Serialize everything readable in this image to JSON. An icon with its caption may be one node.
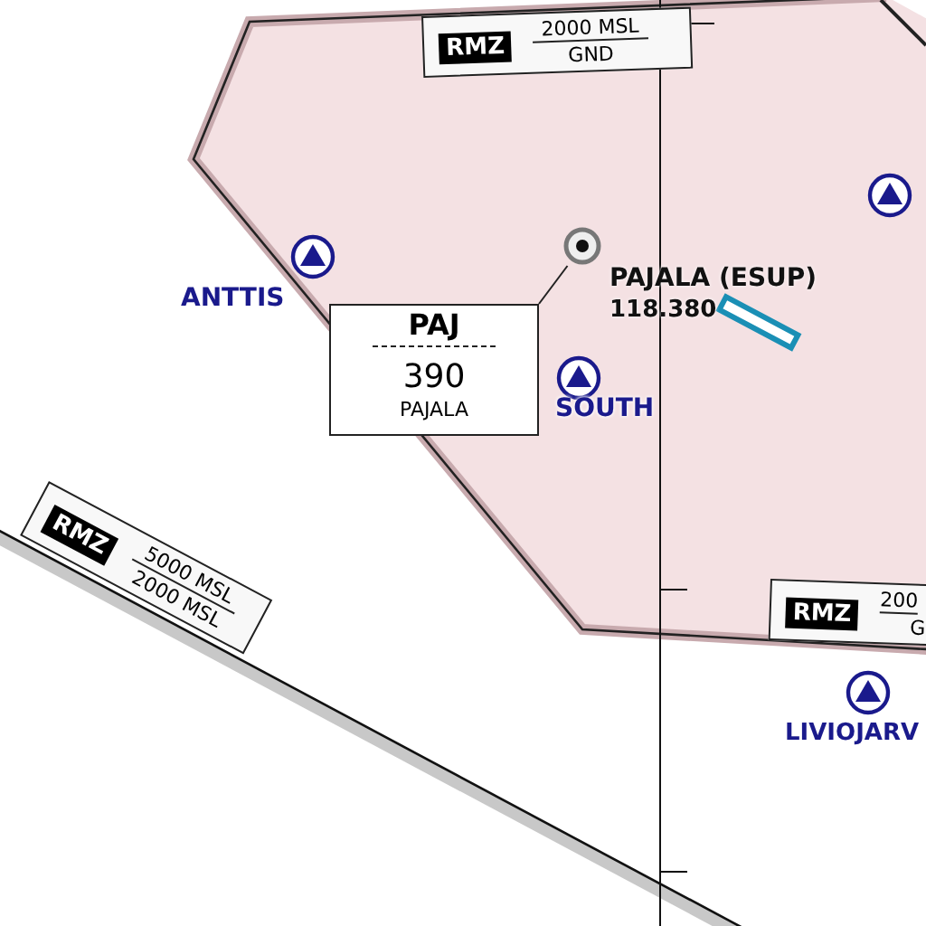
{
  "diagram": {
    "nodes": [
      {
        "text": [
          "PAJ",
          "390",
          "PAJALA"
        ]
      },
      {
        "text": [],
        "shape": "circle"
      }
    ],
    "edges": [
      {
        "from": 0,
        "to": 1,
        "arrow": "none"
      }
    ],
    "labels": [
      "RMZ",
      "2000 MSL",
      "GND",
      "ANTTIS",
      "PAJALA (ESUP)",
      "118.380",
      "SOUTH",
      "RMZ",
      "5000 MSL",
      "2000 MSL",
      "RMZ",
      "200",
      "G",
      "LIVIOJARV"
    ]
  }
}
